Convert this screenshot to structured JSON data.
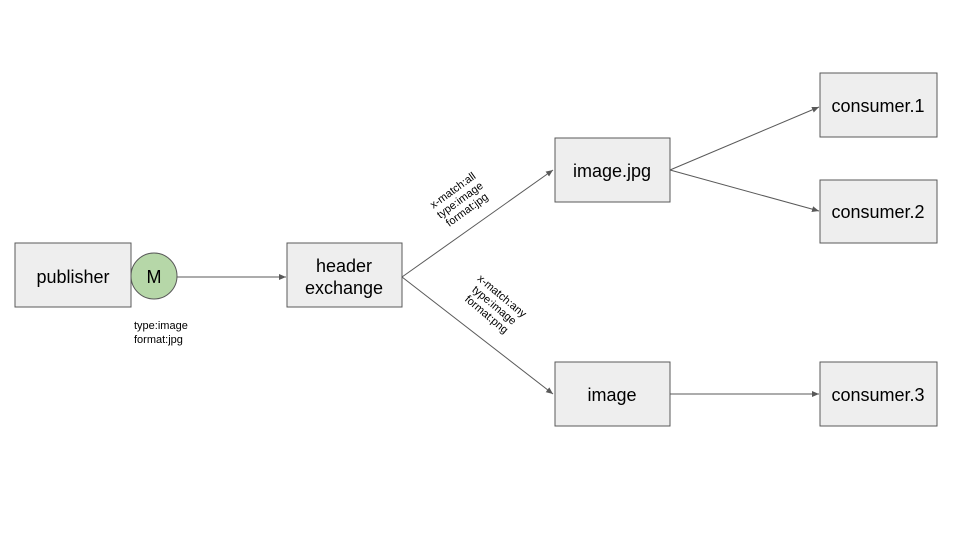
{
  "nodes": {
    "publisher": "publisher",
    "message": "M",
    "exchange_line1": "header",
    "exchange_line2": "exchange",
    "queue_jpg": "image.jpg",
    "queue_image": "image",
    "consumer1": "consumer.1",
    "consumer2": "consumer.2",
    "consumer3": "consumer.3"
  },
  "message_headers": [
    "type:image",
    "format:jpg"
  ],
  "binding_all": [
    "x-match:all",
    "type:image",
    "format:jpg"
  ],
  "binding_any": [
    "x-match:any",
    "type:image",
    "format:png"
  ],
  "colors": {
    "box_fill": "#eeeeee",
    "message_fill": "#b6d7a8",
    "stroke": "#595959"
  }
}
